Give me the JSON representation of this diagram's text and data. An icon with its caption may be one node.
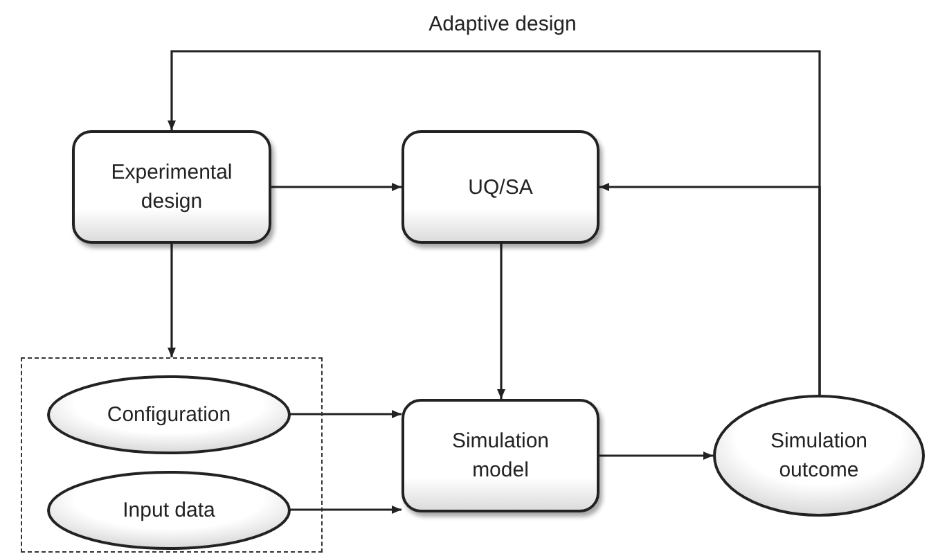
{
  "diagram": {
    "nodes": [
      {
        "text": [
          "Experimental design"
        ]
      },
      {
        "text": [
          "UQ/SA"
        ]
      },
      {
        "text": [],
        "shape": "box"
      },
      {
        "text": [
          "Configuration"
        ],
        "in": 2
      },
      {
        "text": [
          "Input data"
        ],
        "in": 2
      },
      {
        "text": [
          "Simulation model"
        ]
      },
      {
        "text": [
          "Simulation outcome"
        ]
      }
    ],
    "edges": [
      {
        "from": 0,
        "to": 1,
        "arrow": "to"
      },
      {
        "from": 0,
        "to": 2,
        "arrow": "to"
      },
      {
        "from": 1,
        "to": 5,
        "arrow": "to"
      },
      {
        "from": 3,
        "to": 5,
        "arrow": "to"
      },
      {
        "from": 4,
        "to": 5,
        "arrow": "to"
      },
      {
        "from": 5,
        "to": 6,
        "arrow": "to"
      },
      {
        "from": 6,
        "to": 1,
        "arrow": "to"
      },
      {
        "from": 6,
        "to": 0,
        "arrow": "to",
        "label": "Adaptive design"
      }
    ]
  }
}
